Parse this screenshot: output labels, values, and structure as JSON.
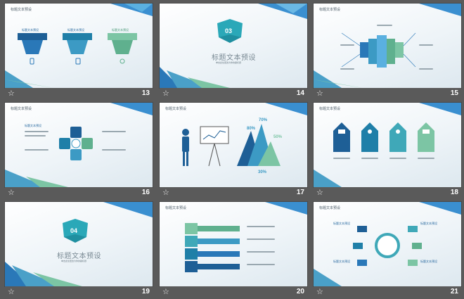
{
  "colors": {
    "dark_blue": "#1e5f96",
    "teal": "#3fa8b8",
    "green": "#7cc5a4",
    "bg": "#5a5a5a"
  },
  "slides": [
    {
      "number": "13",
      "header": "标题文本预设",
      "labels": [
        "标题文本预设",
        "标题文本预设",
        "标题文本预设"
      ]
    },
    {
      "number": "14",
      "badge": "03",
      "title": "标题文本预设",
      "subtitle": "单击此处更改为你的副标题"
    },
    {
      "number": "15",
      "header": "标题文本预设"
    },
    {
      "number": "16",
      "header": "标题文本预设",
      "left_label": "标题文本预设"
    },
    {
      "number": "17",
      "header": "标题文本预设",
      "values": [
        "70%",
        "80%",
        "50%",
        "30%"
      ]
    },
    {
      "number": "18",
      "header": "标题文本预设"
    },
    {
      "number": "19",
      "badge": "04",
      "title": "标题文本预设",
      "subtitle": "单击此处更改为你的副标题"
    },
    {
      "number": "20",
      "header": "标题文本预设"
    },
    {
      "number": "21",
      "header": "标题文本预设",
      "labels": [
        "标题文本预设",
        "标题文本预设",
        "标题文本预设",
        "标题文本预设"
      ]
    }
  ]
}
